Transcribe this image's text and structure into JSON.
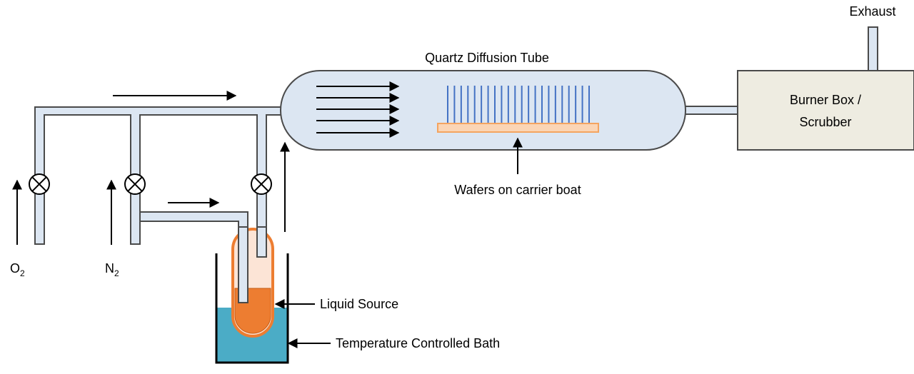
{
  "labels": {
    "exhaust": "Exhaust",
    "tube": "Quartz Diffusion Tube",
    "burner_line1": "Burner Box /",
    "burner_line2": "Scrubber",
    "wafers": "Wafers on carrier boat",
    "liquid": "Liquid Source",
    "bath": "Temperature Controlled Bath",
    "o2_main": "O",
    "o2_sub": "2",
    "n2_main": "N",
    "n2_sub": "2"
  },
  "colors": {
    "pipe_fill": "#dce6f2",
    "pipe_stroke": "#4a4a4a",
    "tube_fill": "#dce6f2",
    "burner_fill": "#eeece1",
    "wafer": "#4472c4",
    "boat_fill": "#fbd5b5",
    "boat_stroke": "#f4a460",
    "liquid": "#ed7d31",
    "liquid_stroke": "#c55a11",
    "bubbler_wall": "#fce4d6",
    "water": "#4bacc6",
    "arrow": "#000000"
  },
  "icons": {
    "valve": "valve-icon",
    "flow_arrow": "flow-arrow-icon"
  }
}
